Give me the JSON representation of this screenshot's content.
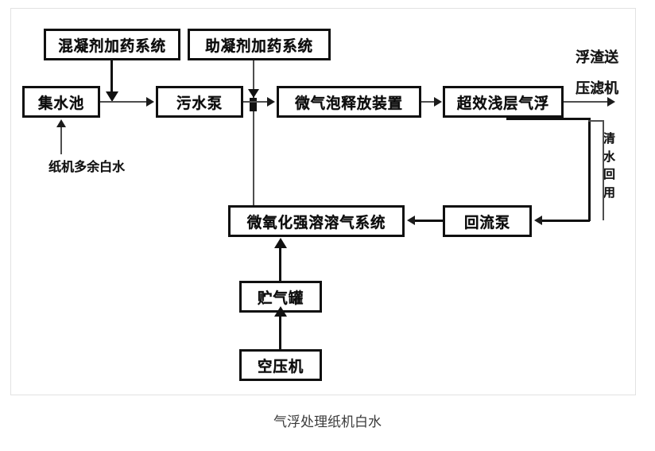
{
  "diagram": {
    "caption": "气浮处理纸机白水",
    "colors": {
      "box_border": "#101010",
      "connector": "#4e4e4e",
      "arrow": "#1b1b1b",
      "frame": "#e2e2e2",
      "caption_text": "#3a3a3a",
      "background": "#ffffff"
    },
    "nodes": [
      {
        "id": "coagulant-dosing",
        "label": "混凝剂加药系统"
      },
      {
        "id": "flocculant-dosing",
        "label": "助凝剂加药系统"
      },
      {
        "id": "collection-tank",
        "label": "集水池"
      },
      {
        "id": "sewage-pump",
        "label": "污水泵"
      },
      {
        "id": "microbubble-release",
        "label": "微气泡释放装置"
      },
      {
        "id": "shallow-air-flotation",
        "label": "超效浅层气浮"
      },
      {
        "id": "micro-oxidation-gas",
        "label": "微氧化强溶溶气系统"
      },
      {
        "id": "reflux-pump",
        "label": "回流泵"
      },
      {
        "id": "gas-storage-tank",
        "label": "贮气罐"
      },
      {
        "id": "air-compressor",
        "label": "空压机"
      }
    ],
    "annotations": [
      {
        "id": "scum-to-filter-press-1",
        "label": "浮渣送"
      },
      {
        "id": "scum-to-filter-press-2",
        "label": "压滤机"
      },
      {
        "id": "paper-machine-whitewater",
        "label": "纸机多余白水"
      },
      {
        "id": "clear-water-reuse",
        "label": "清水回用"
      }
    ]
  }
}
